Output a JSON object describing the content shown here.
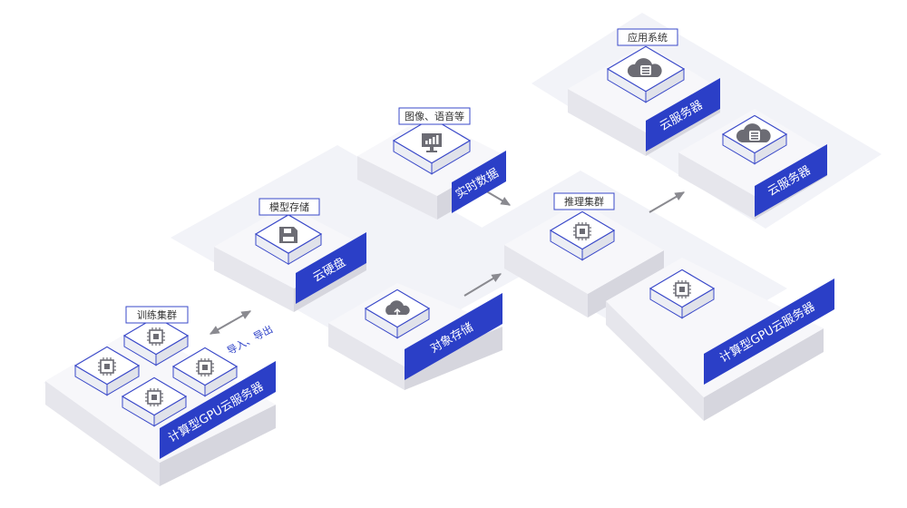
{
  "colors": {
    "accent": "#2b3fc7",
    "outline": "#3a49c9",
    "zone": "#f2f3f8",
    "platform_top": "#f7f7fa",
    "platform_left": "#e6e6ec",
    "platform_right": "#d6d6de",
    "icon": "#6c6c74",
    "arrow": "#8a8a90"
  },
  "training": {
    "label": "训练集群",
    "banner": "计算型GPU云服务器",
    "transfer_label": "导入、导出"
  },
  "storage": {
    "model_label": "模型存储",
    "disk_banner": "云硬盘",
    "object_banner": "对象存储"
  },
  "realtime": {
    "label": "图像、语音等",
    "banner": "实时数据"
  },
  "inference": {
    "label": "推理集群",
    "banner": "计算型GPU云服务器"
  },
  "application": {
    "label": "应用系统",
    "banner_primary": "云服务器",
    "banner_secondary": "云服务器"
  }
}
